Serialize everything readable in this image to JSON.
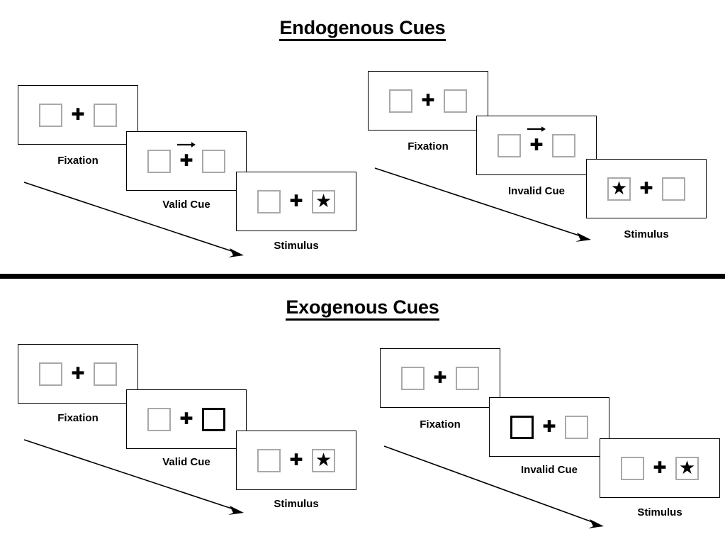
{
  "page": {
    "background": "#ffffff",
    "stroke_color": "#000000",
    "slot_border_color": "#a9a9a9",
    "divider_color": "#000000"
  },
  "sections": [
    {
      "id": "endogenous",
      "title": "Endogenous Cues",
      "sequences": [
        {
          "id": "endogenous-valid",
          "panels": [
            {
              "id": "endo-valid-fixation",
              "label": "Fixation",
              "left_slot": "empty",
              "right_slot": "empty",
              "cue": "none",
              "center": "plus"
            },
            {
              "id": "endo-valid-cue",
              "label": "Valid Cue",
              "left_slot": "empty",
              "right_slot": "empty",
              "cue": "arrow-right",
              "center": "plus"
            },
            {
              "id": "endo-valid-stimulus",
              "label": "Stimulus",
              "left_slot": "empty",
              "right_slot": "star",
              "cue": "none",
              "center": "plus"
            }
          ]
        },
        {
          "id": "endogenous-invalid",
          "panels": [
            {
              "id": "endo-invalid-fixation",
              "label": "Fixation",
              "left_slot": "empty",
              "right_slot": "empty",
              "cue": "none",
              "center": "plus"
            },
            {
              "id": "endo-invalid-cue",
              "label": "Invalid Cue",
              "left_slot": "empty",
              "right_slot": "empty",
              "cue": "arrow-right",
              "center": "plus"
            },
            {
              "id": "endo-invalid-stimulus",
              "label": "Stimulus",
              "left_slot": "star",
              "right_slot": "empty",
              "cue": "none",
              "center": "plus"
            }
          ]
        }
      ]
    },
    {
      "id": "exogenous",
      "title": "Exogenous Cues",
      "sequences": [
        {
          "id": "exogenous-valid",
          "panels": [
            {
              "id": "exo-valid-fixation",
              "label": "Fixation",
              "left_slot": "empty",
              "right_slot": "empty",
              "cue": "none",
              "center": "plus"
            },
            {
              "id": "exo-valid-cue",
              "label": "Valid Cue",
              "left_slot": "empty",
              "right_slot": "highlight",
              "cue": "none",
              "center": "plus"
            },
            {
              "id": "exo-valid-stimulus",
              "label": "Stimulus",
              "left_slot": "empty",
              "right_slot": "star",
              "cue": "none",
              "center": "plus"
            }
          ]
        },
        {
          "id": "exogenous-invalid",
          "panels": [
            {
              "id": "exo-invalid-fixation",
              "label": "Fixation",
              "left_slot": "empty",
              "right_slot": "empty",
              "cue": "none",
              "center": "plus"
            },
            {
              "id": "exo-invalid-cue",
              "label": "Invalid Cue",
              "left_slot": "highlight",
              "right_slot": "empty",
              "cue": "none",
              "center": "plus"
            },
            {
              "id": "exo-invalid-stimulus",
              "label": "Stimulus",
              "left_slot": "empty",
              "right_slot": "star",
              "cue": "none",
              "center": "plus"
            }
          ]
        }
      ]
    }
  ],
  "glyphs": {
    "plus": "✚",
    "star": "★"
  }
}
